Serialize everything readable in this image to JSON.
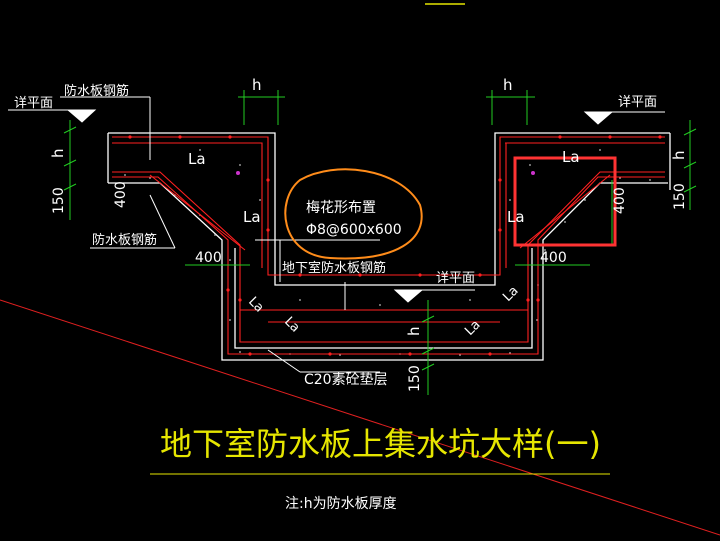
{
  "title": "地下室防水板上集水坑大样(一)",
  "note": "注:h为防水板厚度",
  "labels": {
    "detail_plane": "详平面",
    "waterproof_rebar": "防水板钢筋",
    "basement_rebar": "地下室防水板钢筋",
    "plum_layout": "梅花形布置",
    "rebar_spec": "Φ8@600x600",
    "cushion": "C20素砼垫层",
    "h": "h",
    "la": "La",
    "dim_400": "400",
    "dim_150": "150"
  },
  "colors": {
    "background": "#000000",
    "concrete": "#ffffff",
    "rebar": "#ff2020",
    "dimension": "#22cc22",
    "text": "#ffffff",
    "title": "#e6e600",
    "annotation": "#ff8c1a",
    "highlight_box": "#ff3333",
    "marker": "#cc33cc"
  }
}
